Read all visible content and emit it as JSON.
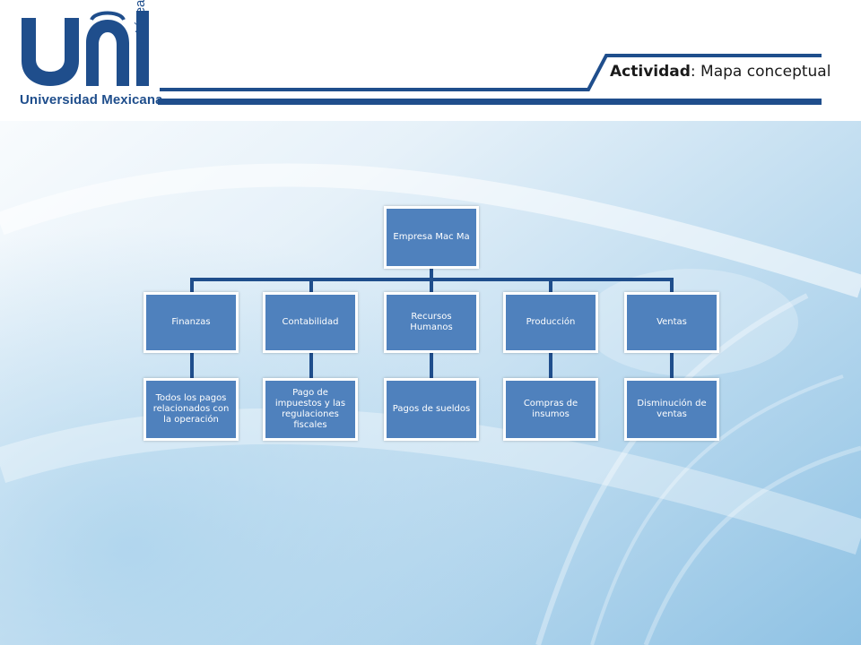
{
  "header": {
    "logo_main": "Universidad Mexicana",
    "logo_side": "en Línea",
    "activity_bold": "Actividad",
    "activity_rest": ": Mapa conceptual"
  },
  "diagram": {
    "root": "Empresa Mac Ma",
    "departments": [
      {
        "label": "Finanzas",
        "child": "Todos los pagos relacionados con la operación"
      },
      {
        "label": "Contabilidad",
        "child": "Pago de impuestos y las regulaciones fiscales"
      },
      {
        "label": "Recursos Humanos",
        "child": "Pagos de sueldos"
      },
      {
        "label": "Producción",
        "child": "Compras de insumos"
      },
      {
        "label": "Ventas",
        "child": "Disminución de ventas"
      }
    ]
  },
  "colors": {
    "node_fill": "#4f81bd",
    "brand_blue": "#1f4e8c"
  }
}
